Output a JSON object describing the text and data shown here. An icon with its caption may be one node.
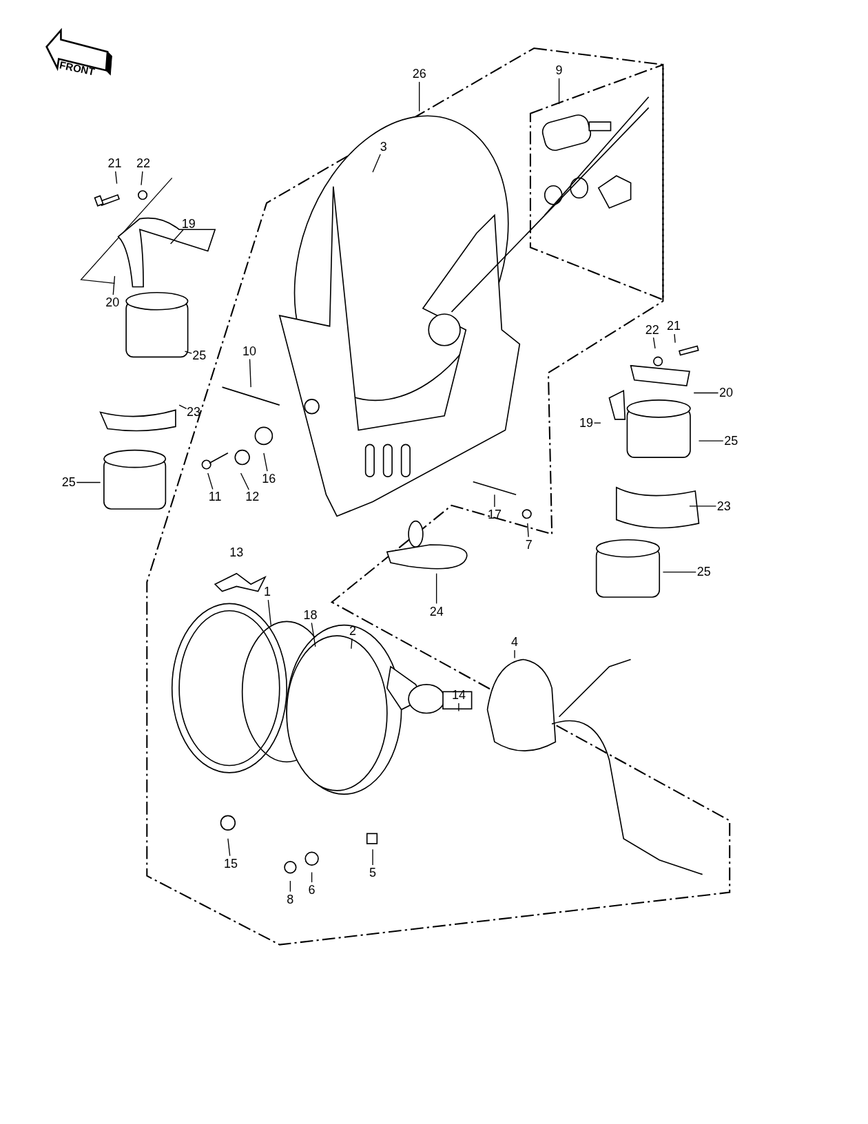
{
  "diagram": {
    "nodes": [
      {
        "text": [
          "26"
        ]
      },
      {
        "text": [
          "9"
        ]
      },
      {
        "text": [
          "3"
        ]
      },
      {
        "text": [
          "21"
        ]
      },
      {
        "text": [
          "22"
        ]
      },
      {
        "text": [
          "19"
        ]
      },
      {
        "text": [
          "20"
        ]
      },
      {
        "text": [
          "25"
        ]
      },
      {
        "text": [
          "10"
        ]
      },
      {
        "text": [
          "23"
        ]
      },
      {
        "text": [
          "25"
        ]
      },
      {
        "text": [
          "11"
        ]
      },
      {
        "text": [
          "12"
        ]
      },
      {
        "text": [
          "16"
        ]
      },
      {
        "text": [
          "21"
        ]
      },
      {
        "text": [
          "22"
        ]
      },
      {
        "text": [
          "20"
        ]
      },
      {
        "text": [
          "19"
        ]
      },
      {
        "text": [
          "25"
        ]
      },
      {
        "text": [
          "17"
        ]
      },
      {
        "text": [
          "7"
        ]
      },
      {
        "text": [
          "23"
        ]
      },
      {
        "text": [
          "25"
        ]
      },
      {
        "text": [
          "24"
        ]
      },
      {
        "text": [
          "1"
        ]
      },
      {
        "text": [
          "18"
        ]
      },
      {
        "text": [
          "2"
        ]
      },
      {
        "text": [
          "14"
        ]
      },
      {
        "text": [
          "4"
        ]
      },
      {
        "text": [
          "15"
        ]
      },
      {
        "text": [
          "5"
        ]
      },
      {
        "text": [
          "8"
        ]
      },
      {
        "text": [
          "6"
        ]
      }
    ],
    "edges": [
      {
        "from": 0,
        "to": null,
        "arrow": "none"
      },
      {
        "from": 1,
        "to": null,
        "arrow": "none"
      },
      {
        "from": 2,
        "to": null,
        "arrow": "none"
      },
      {
        "from": 3,
        "to": null,
        "arrow": "none"
      },
      {
        "from": 4,
        "to": null,
        "arrow": "none"
      },
      {
        "from": 5,
        "to": null,
        "arrow": "none"
      },
      {
        "from": 6,
        "to": null,
        "arrow": "none"
      },
      {
        "from": 7,
        "to": null,
        "arrow": "none"
      },
      {
        "from": 8,
        "to": null,
        "arrow": "none"
      },
      {
        "from": 9,
        "to": null,
        "arrow": "none"
      },
      {
        "from": 10,
        "to": null,
        "arrow": "none"
      },
      {
        "from": 11,
        "to": null,
        "arrow": "none"
      },
      {
        "from": 12,
        "to": null,
        "arrow": "none"
      },
      {
        "from": 13,
        "to": null,
        "arrow": "none"
      },
      {
        "from": 14,
        "to": null,
        "arrow": "none"
      },
      {
        "from": 15,
        "to": null,
        "arrow": "none"
      },
      {
        "from": 16,
        "to": null,
        "arrow": "none"
      },
      {
        "from": 17,
        "to": null,
        "arrow": "none"
      },
      {
        "from": 18,
        "to": null,
        "arrow": "none"
      },
      {
        "from": 19,
        "to": null,
        "arrow": "none"
      },
      {
        "from": 20,
        "to": null,
        "arrow": "none"
      },
      {
        "from": 21,
        "to": null,
        "arrow": "none"
      },
      {
        "from": 22,
        "to": null,
        "arrow": "none"
      },
      {
        "from": 23,
        "to": null,
        "arrow": "none"
      },
      {
        "from": 24,
        "to": null,
        "arrow": "none"
      },
      {
        "from": 25,
        "to": null,
        "arrow": "none"
      },
      {
        "from": 26,
        "to": null,
        "arrow": "none"
      },
      {
        "from": 27,
        "to": null,
        "arrow": "none"
      },
      {
        "from": 28,
        "to": null,
        "arrow": "none"
      },
      {
        "from": 29,
        "to": null,
        "arrow": "none"
      },
      {
        "from": 30,
        "to": null,
        "arrow": "none"
      },
      {
        "from": 31,
        "to": null,
        "arrow": "none"
      },
      {
        "from": 32,
        "to": null,
        "arrow": "none"
      }
    ],
    "labels": [
      "FRONT",
      "13"
    ]
  }
}
